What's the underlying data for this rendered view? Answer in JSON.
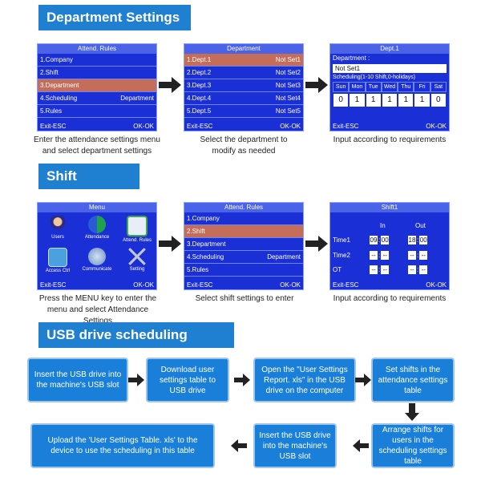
{
  "sections": {
    "dept_title": "Department Settings",
    "shift_title": "Shift Settings",
    "usb_title": "USB drive scheduling settings"
  },
  "dept": {
    "screen1": {
      "title": "Attend. Rules",
      "rows": [
        {
          "label": "1.Company",
          "value": ""
        },
        {
          "label": "2.Shift",
          "value": ""
        },
        {
          "label": "3.Department",
          "value": ""
        },
        {
          "label": "4.Scheduling",
          "value": "Department"
        },
        {
          "label": "5.Rules",
          "value": ""
        }
      ],
      "foot_left": "Exit-ESC",
      "foot_right": "OK-OK",
      "caption": "Enter the attendance settings menu and select department settings"
    },
    "screen2": {
      "title": "Department",
      "rows": [
        {
          "label": "1.Dept.1",
          "value": "Not Set1"
        },
        {
          "label": "2.Dept.2",
          "value": "Not Set2"
        },
        {
          "label": "3.Dept.3",
          "value": "Not Set3"
        },
        {
          "label": "4.Dept.4",
          "value": "Not Set4"
        },
        {
          "label": "5.Dept.5",
          "value": "Not Set5"
        }
      ],
      "foot_left": "Exit-ESC",
      "foot_right": "OK-OK",
      "caption": "Select the department to modify as needed"
    },
    "screen3": {
      "title": "Dept.1",
      "dept_label": "Department :",
      "dept_value": "Not Set1",
      "sched_label": "Scheduling(1-10 Shift,0-holidays)",
      "days": [
        "Sun",
        "Mon",
        "Tue",
        "Wed",
        "Thu",
        "Fri",
        "Sat"
      ],
      "values": [
        "0",
        "1",
        "1",
        "1",
        "1",
        "1",
        "0"
      ],
      "foot_left": "Exit-ESC",
      "foot_right": "OK-OK",
      "caption": "Input according to requirements"
    }
  },
  "shift": {
    "screen1": {
      "title": "Menu",
      "icons": [
        {
          "label": "Users",
          "icon": "users-icon"
        },
        {
          "label": "Attendance",
          "icon": "attendance-icon"
        },
        {
          "label": "Attend. Rules",
          "icon": "attend-rules-icon"
        },
        {
          "label": "Access Ctrl",
          "icon": "access-ctrl-icon"
        },
        {
          "label": "Communicate",
          "icon": "communicate-icon"
        },
        {
          "label": "Setting",
          "icon": "setting-icon"
        }
      ],
      "foot_left": "Exit-ESC",
      "foot_right": "OK-OK",
      "caption": "Press the MENU key to enter the menu and select Attendance Settings"
    },
    "screen2": {
      "title": "Attend. Rules",
      "rows": [
        {
          "label": "1.Company",
          "value": ""
        },
        {
          "label": "2.Shift",
          "value": ""
        },
        {
          "label": "3.Department",
          "value": ""
        },
        {
          "label": "4.Scheduling",
          "value": "Department"
        },
        {
          "label": "5.Rules",
          "value": ""
        }
      ],
      "foot_left": "Exit-ESC",
      "foot_right": "OK-OK",
      "caption": "Select shift settings to enter"
    },
    "screen3": {
      "title": "Shift1",
      "in_label": "In",
      "out_label": "Out",
      "rows": [
        {
          "label": "Time1",
          "in_h": "09",
          "in_m": "00",
          "out_h": "18",
          "out_m": "00"
        },
        {
          "label": "Time2",
          "in_h": "--",
          "in_m": "--",
          "out_h": "--",
          "out_m": "--"
        },
        {
          "label": "OT",
          "in_h": "--",
          "in_m": "--",
          "out_h": "--",
          "out_m": "--"
        }
      ],
      "foot_left": "Exit-ESC",
      "foot_right": "OK-OK",
      "caption": "Input according to requirements"
    }
  },
  "usb": {
    "steps": [
      "Insert the USB drive into the machine's USB slot",
      "Download user settings table to USB drive",
      "Open the \"User Settings Report. xls\" in the USB drive on the computer",
      "Set shifts in the attendance settings table",
      "Arrange shifts for users in the scheduling settings table",
      "Insert the USB drive into the machine's USB slot",
      "Upload the 'User Settings Table. xls' to the device to use the scheduling in this table"
    ]
  },
  "colors": {
    "header": "#1f7fd0",
    "screen_bg": "#1b2fd6",
    "highlight": "#c46e5a",
    "flow_box": "#1a7fd8"
  }
}
